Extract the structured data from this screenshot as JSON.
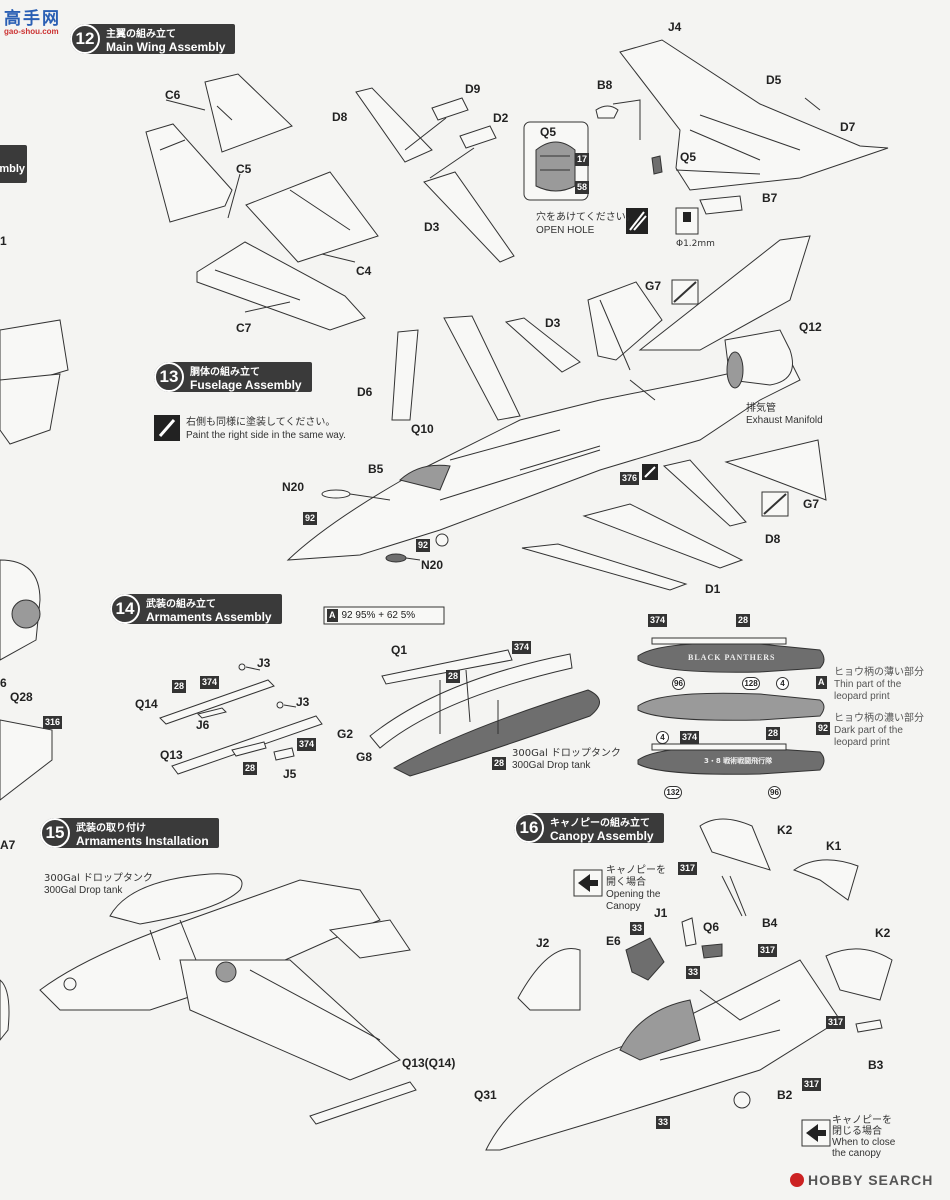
{
  "watermark_top": {
    "main": "高手网",
    "sub": "gao-shou.com"
  },
  "watermark_bottom": {
    "text": "HOBBY SEARCH"
  },
  "steps": {
    "s12": {
      "num": "12",
      "jp": "主翼の組み立て",
      "en": "Main Wing Assembly"
    },
    "s13": {
      "num": "13",
      "jp": "胴体の組み立て",
      "en": "Fuselage Assembly"
    },
    "s14": {
      "num": "14",
      "jp": "武装の組み立て",
      "en": "Armaments Assembly"
    },
    "s15": {
      "num": "15",
      "jp": "武装の取り付け",
      "en": "Armaments Installation"
    },
    "s16": {
      "num": "16",
      "jp": "キャノピーの組み立て",
      "en": "Canopy Assembly"
    },
    "prev": {
      "en": "ssembly"
    }
  },
  "notes": {
    "open_hole_jp": "穴をあけてください。",
    "open_hole_en": "OPEN HOLE",
    "drill_size": "Φ1.2mm",
    "paint_right_jp": "右側も同様に塗装してください。",
    "paint_right_en": "Paint the right side in the same way.",
    "exhaust_jp": "排気管",
    "exhaust_en": "Exhaust Manifold",
    "mix_ratio": "92 95% + 62 5%",
    "mix_a": "A",
    "drop_tank_jp": "300Gal ドロップタンク",
    "drop_tank_en": "300Gal Drop tank",
    "thin_jp": "ヒョウ柄の薄い部分",
    "thin_en1": "Thin part of the",
    "thin_en2": "leopard print",
    "thin_code": "A",
    "dark_jp": "ヒョウ柄の濃い部分",
    "dark_en1": "Dark part of the",
    "dark_en2": "leopard print",
    "dark_code": "92",
    "canopy_open_jp1": "キャノピーを",
    "canopy_open_jp2": "開く場合",
    "canopy_open_en1": "Opening the",
    "canopy_open_en2": "Canopy",
    "canopy_close_jp1": "キャノピーを",
    "canopy_close_jp2": "閉じる場合",
    "canopy_close_en1": "When to close",
    "canopy_close_en2": "the canopy",
    "tank_marking": "BLACK PANTHERS",
    "tank_marking_jp": "3・8 戦術戦闘飛行隊"
  },
  "parts": {
    "C6": "C6",
    "C5": "C5",
    "C4": "C4",
    "C7": "C7",
    "D8a": "D8",
    "D9": "D9",
    "D2": "D2",
    "D3a": "D3",
    "J4": "J4",
    "B8": "B8",
    "D5": "D5",
    "D7": "D7",
    "Q5a": "Q5",
    "Q5b": "Q5",
    "B7": "B7",
    "G7a": "G7",
    "D3b": "D3",
    "Q12": "Q12",
    "D6": "D6",
    "Q10": "Q10",
    "B5": "B5",
    "N20a": "N20",
    "N20b": "N20",
    "G7b": "G7",
    "D8b": "D8",
    "D1": "D1",
    "J3a": "J3",
    "J3b": "J3",
    "Q14": "Q14",
    "J6": "J6",
    "Q13": "Q13",
    "J5": "J5",
    "Q1": "Q1",
    "G2": "G2",
    "G8": "G8",
    "Q13Q14": "Q13(Q14)",
    "K2a": "K2",
    "K1": "K1",
    "K2b": "K2",
    "B4": "B4",
    "J1": "J1",
    "Q6": "Q6",
    "E6": "E6",
    "J2": "J2",
    "B2": "B2",
    "B3": "B3",
    "Q31": "Q31",
    "left_1": "1",
    "Q28": "Q28",
    "A7": "A7",
    "left_6": "6"
  },
  "colors": {
    "c17": "17",
    "c58": "58",
    "c92a": "92",
    "c92b": "92",
    "c376": "376",
    "c28a": "28",
    "c374a": "374",
    "c28b": "28",
    "c374b": "374",
    "c374c": "374",
    "c28c": "28",
    "c28d": "28",
    "c374d": "374",
    "c28e": "28",
    "c96a": "96",
    "c128": "128",
    "c4a": "4",
    "c4b": "4",
    "c374e": "374",
    "c28f": "28",
    "c132": "132",
    "c96b": "96",
    "c316": "316",
    "c317a": "317",
    "c33a": "33",
    "c33b": "33",
    "c317b": "317",
    "c317c": "317",
    "c317d": "317",
    "c33c": "33"
  }
}
